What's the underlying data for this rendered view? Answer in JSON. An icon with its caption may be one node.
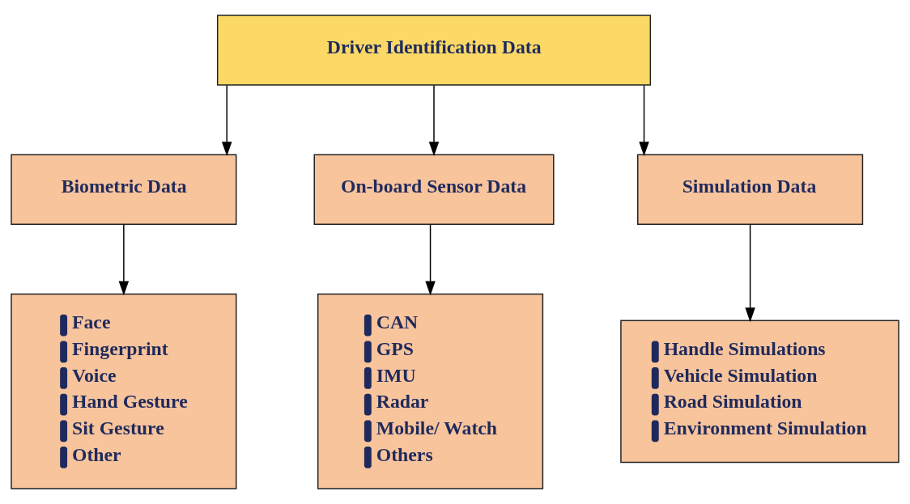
{
  "diagram": {
    "nodes": [
      {
        "text": [
          "Driver Identification Data"
        ]
      },
      {
        "text": [
          "Biometric Data"
        ]
      },
      {
        "text": [
          "On-board Sensor Data"
        ]
      },
      {
        "text": [
          "Simulation Data"
        ]
      },
      {
        "text": [
          "Face",
          "Fingerprint",
          "Voice",
          "Hand Gesture",
          "Sit Gesture",
          "Other"
        ]
      },
      {
        "text": [
          "CAN",
          "GPS",
          "IMU",
          "Radar",
          "Mobile/ Watch",
          "Others"
        ]
      },
      {
        "text": [
          "Handle Simulations",
          "Vehicle Simulation",
          "Road Simulation",
          "Environment Simulation"
        ]
      }
    ],
    "edges": [
      {
        "from": 0,
        "to": 1,
        "arrow": "to"
      },
      {
        "from": 0,
        "to": 2,
        "arrow": "to"
      },
      {
        "from": 0,
        "to": 3,
        "arrow": "to"
      },
      {
        "from": 1,
        "to": 4,
        "arrow": "to"
      },
      {
        "from": 2,
        "to": 5,
        "arrow": "to"
      },
      {
        "from": 3,
        "to": 6,
        "arrow": "to"
      }
    ]
  }
}
